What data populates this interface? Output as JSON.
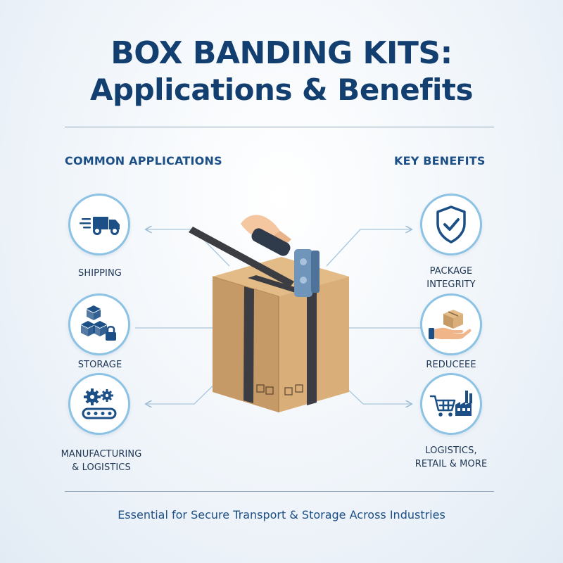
{
  "title": {
    "line1": "BOX BANDING KITS:",
    "line2": "Applications & Benefits"
  },
  "applications": {
    "heading": "COMMON APPLICATIONS",
    "items": [
      {
        "label": "SHIPPING",
        "icon": "delivery-truck-icon"
      },
      {
        "label": "STORAGE",
        "icon": "stacked-boxes-lock-icon"
      },
      {
        "label_line1": "MANUFACTURING",
        "label_line2": "& LOGISTICS",
        "icon": "gears-conveyor-icon"
      }
    ]
  },
  "benefits": {
    "heading": "KEY BENEFITS",
    "items": [
      {
        "label_line1": "PACKAGE",
        "label_line2": "INTEGRITY",
        "icon": "shield-check-icon"
      },
      {
        "label": "REDUCEEE",
        "icon": "hand-holding-box-icon"
      },
      {
        "label_line1": "LOGISTICS,",
        "label_line2": "RETAIL & MORE",
        "icon": "cart-factory-icon"
      }
    ]
  },
  "footer": "Essential for Secure Transport & Storage Across Industries",
  "colors": {
    "title": "#133f70",
    "accent": "#1c4f86",
    "circle_border": "#8cc2e4",
    "box": "#d3a874",
    "strap": "#3b3d42",
    "tool": "#6f95bb"
  }
}
